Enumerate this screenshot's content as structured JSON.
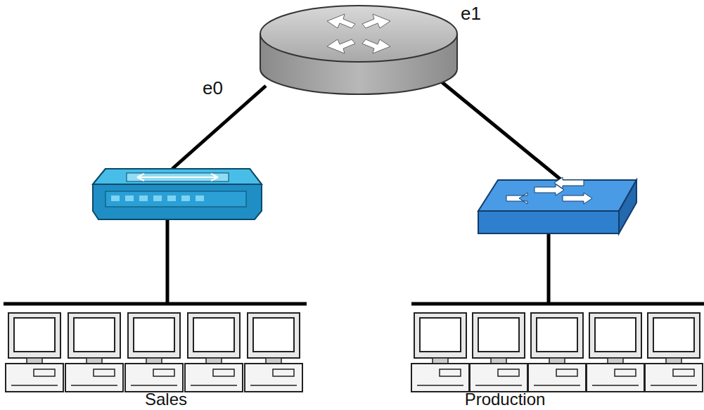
{
  "diagram": {
    "labels": [
      "e0",
      "e1",
      "Sales",
      "Production"
    ]
  }
}
